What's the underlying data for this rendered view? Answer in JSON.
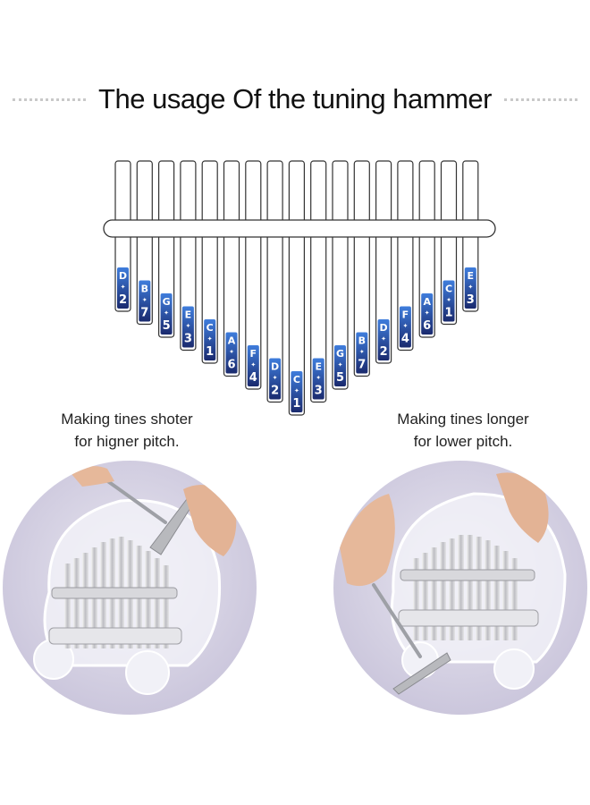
{
  "header": {
    "title": "The usage Of the tuning hammer"
  },
  "tines": [
    {
      "letter": "D",
      "number": "2"
    },
    {
      "letter": "B",
      "number": "7"
    },
    {
      "letter": "G",
      "number": "5"
    },
    {
      "letter": "E",
      "number": "3"
    },
    {
      "letter": "C",
      "number": "1"
    },
    {
      "letter": "A",
      "number": "6"
    },
    {
      "letter": "F",
      "number": "4"
    },
    {
      "letter": "D",
      "number": "2"
    },
    {
      "letter": "C",
      "number": "1"
    },
    {
      "letter": "E",
      "number": "3"
    },
    {
      "letter": "G",
      "number": "5"
    },
    {
      "letter": "B",
      "number": "7"
    },
    {
      "letter": "D",
      "number": "2"
    },
    {
      "letter": "F",
      "number": "4"
    },
    {
      "letter": "A",
      "number": "6"
    },
    {
      "letter": "C",
      "number": "1"
    },
    {
      "letter": "E",
      "number": "3"
    }
  ],
  "left_caption": {
    "line1": "Making tines shoter",
    "line2": "for higner pitch."
  },
  "right_caption": {
    "line1": "Making tines longer",
    "line2": "for lower pitch."
  },
  "colors": {
    "label_dark": "#1c2f7a",
    "label_light": "#4d8ee6",
    "circle_bg": "#d6d2e4",
    "metal": "#c9c9cc"
  }
}
